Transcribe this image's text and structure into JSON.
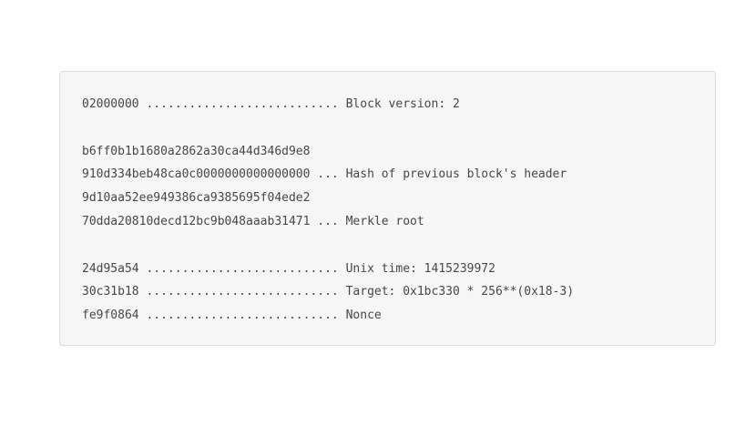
{
  "code_block": {
    "description": "Bitcoin block header annotated hex dump",
    "lines": [
      "02000000 ........................... Block version: 2",
      "",
      "b6ff0b1b1680a2862a30ca44d346d9e8",
      "910d334beb48ca0c0000000000000000 ... Hash of previous block's header",
      "9d10aa52ee949386ca9385695f04ede2",
      "70dda20810decd12bc9b048aaab31471 ... Merkle root",
      "",
      "24d95a54 ........................... Unix time: 1415239972",
      "30c31b18 ........................... Target: 0x1bc330 * 256**(0x18-3)",
      "fe9f0864 ........................... Nonce"
    ]
  },
  "colors": {
    "page_background": "#ffffff",
    "panel_background": "#f6f6f6",
    "panel_border": "#dcdcdc",
    "code_text": "#474747"
  }
}
